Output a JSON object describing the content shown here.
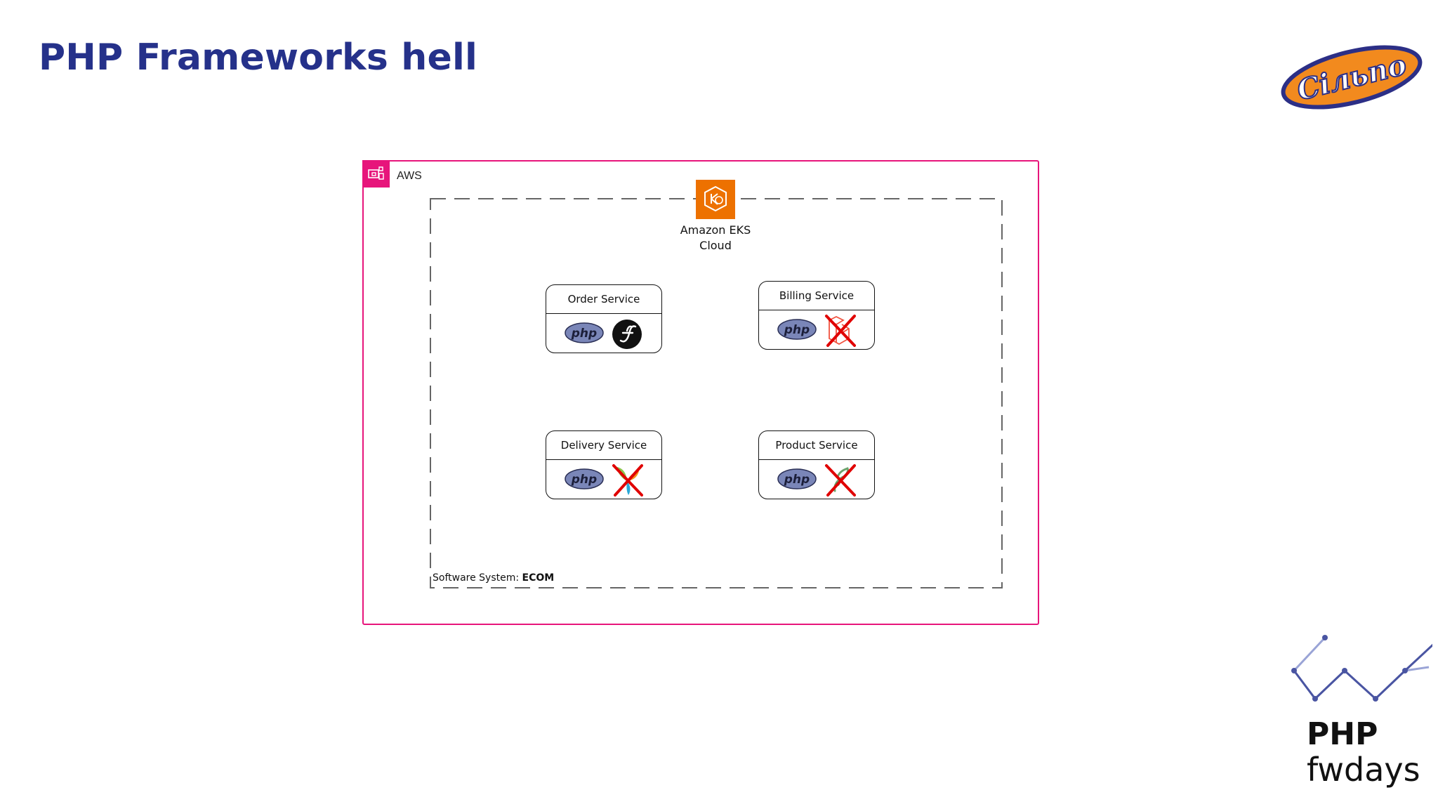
{
  "slide": {
    "title": "PHP Frameworks hell"
  },
  "logos": {
    "top_right_text": "Сільпо",
    "bottom_right_line1": "PHP",
    "bottom_right_line2": "fwdays"
  },
  "diagram": {
    "aws_label": "AWS",
    "eks_label": "Amazon EKS\nCloud",
    "system_label_prefix": "Software System: ",
    "system_name": "ECOM",
    "php_text": "php",
    "services": [
      {
        "name": "Order Service",
        "framework_icon": "symfony-icon",
        "crossed": false
      },
      {
        "name": "Billing Service",
        "framework_icon": "laravel-icon",
        "crossed": true
      },
      {
        "name": "Delivery Service",
        "framework_icon": "yii-icon",
        "crossed": true
      },
      {
        "name": "Product Service",
        "framework_icon": "slim-icon",
        "crossed": true
      }
    ]
  },
  "colors": {
    "title": "#25318a",
    "aws_border": "#e7157b",
    "eks_orange": "#ed7100",
    "php_logo": "#7a86b8",
    "cross_red": "#e00000"
  }
}
